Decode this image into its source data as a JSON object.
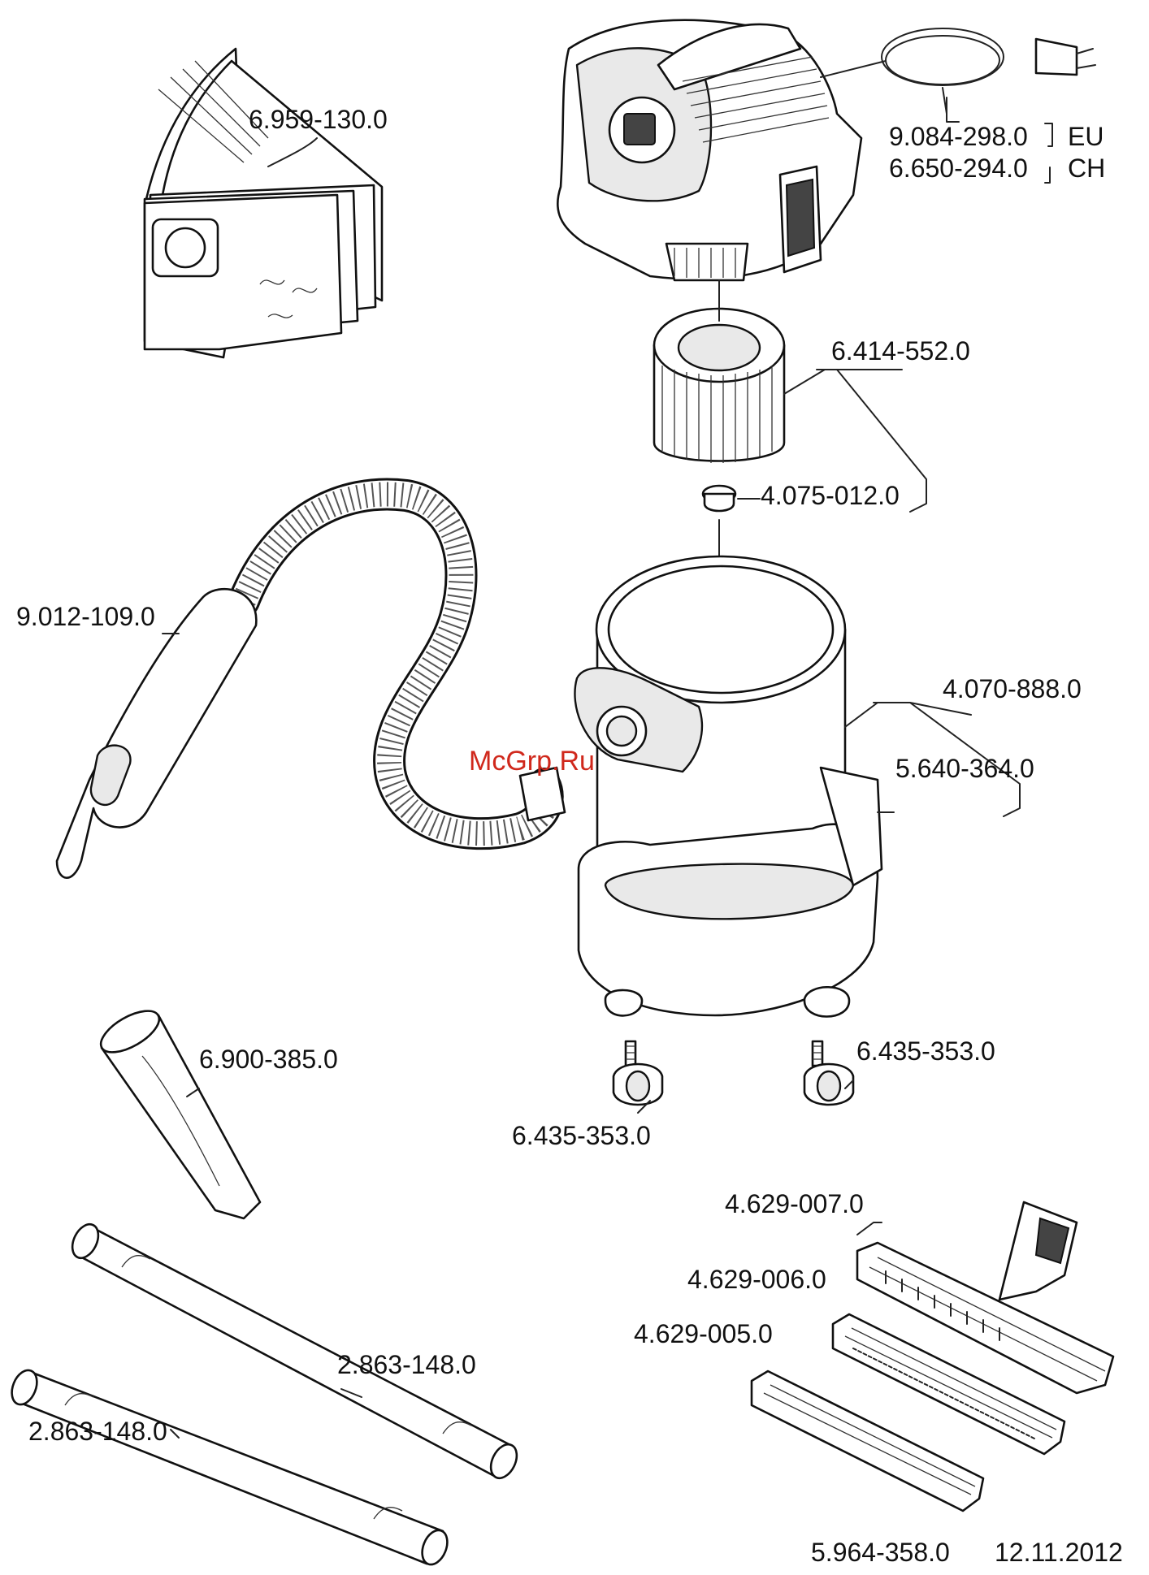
{
  "watermark": "McGrp.Ru",
  "footer": {
    "doc_number": "5.964-358.0",
    "date": "12.11.2012"
  },
  "parts": {
    "dust_bags": "6.959-130.0",
    "power_cord_eu": "9.084-298.0",
    "power_cord_eu_region": "EU",
    "power_cord_ch": "6.650-294.0",
    "power_cord_ch_region": "CH",
    "cartridge_filter": "6.414-552.0",
    "filter_nut": "4.075-012.0",
    "suction_hose": "9.012-109.0",
    "container": "4.070-888.0",
    "container_base": "5.640-364.0",
    "crevice_nozzle": "6.900-385.0",
    "caster_right": "6.435-353.0",
    "caster_left": "6.435-353.0",
    "floor_nozzle": "4.629-007.0",
    "nozzle_insert_a": "4.629-006.0",
    "nozzle_insert_b": "4.629-005.0",
    "suction_tube_upper": "2.863-148.0",
    "suction_tube_lower": "2.863-148.0"
  }
}
